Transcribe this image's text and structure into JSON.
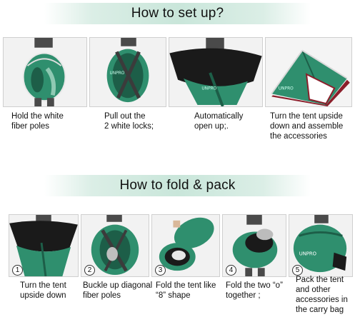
{
  "setup": {
    "title": "How to set up?",
    "steps": [
      {
        "caption_lines": [
          "Hold the white",
          "fiber poles"
        ]
      },
      {
        "caption_lines": [
          "Pull out the",
          "2 white locks;"
        ]
      },
      {
        "caption_lines": [
          "Automatically",
          "open up;."
        ]
      },
      {
        "caption_lines": [
          "Turn the tent upside",
          "down and assemble",
          "the accessories"
        ]
      }
    ]
  },
  "fold": {
    "title": "How to fold & pack",
    "steps": [
      {
        "number": "1",
        "caption_lines": [
          "Turn the tent",
          "upside down"
        ]
      },
      {
        "number": "2",
        "caption_lines": [
          "Buckle up diagonal",
          "fiber poles"
        ]
      },
      {
        "number": "3",
        "caption_lines": [
          "Fold the tent like",
          "“8”  shape"
        ]
      },
      {
        "number": "4",
        "caption_lines": [
          "Fold the two  “o”",
          "together ;"
        ]
      },
      {
        "number": "5",
        "caption_lines": [
          "Pack the tent",
          "and other",
          "accessories in",
          "the carry bag"
        ]
      }
    ]
  },
  "brand": {
    "logo_text": "UNPRO"
  },
  "colors": {
    "tent_green": "#2f8f6e",
    "tent_dark": "#1d5e48",
    "banner": "#c9e6da"
  }
}
